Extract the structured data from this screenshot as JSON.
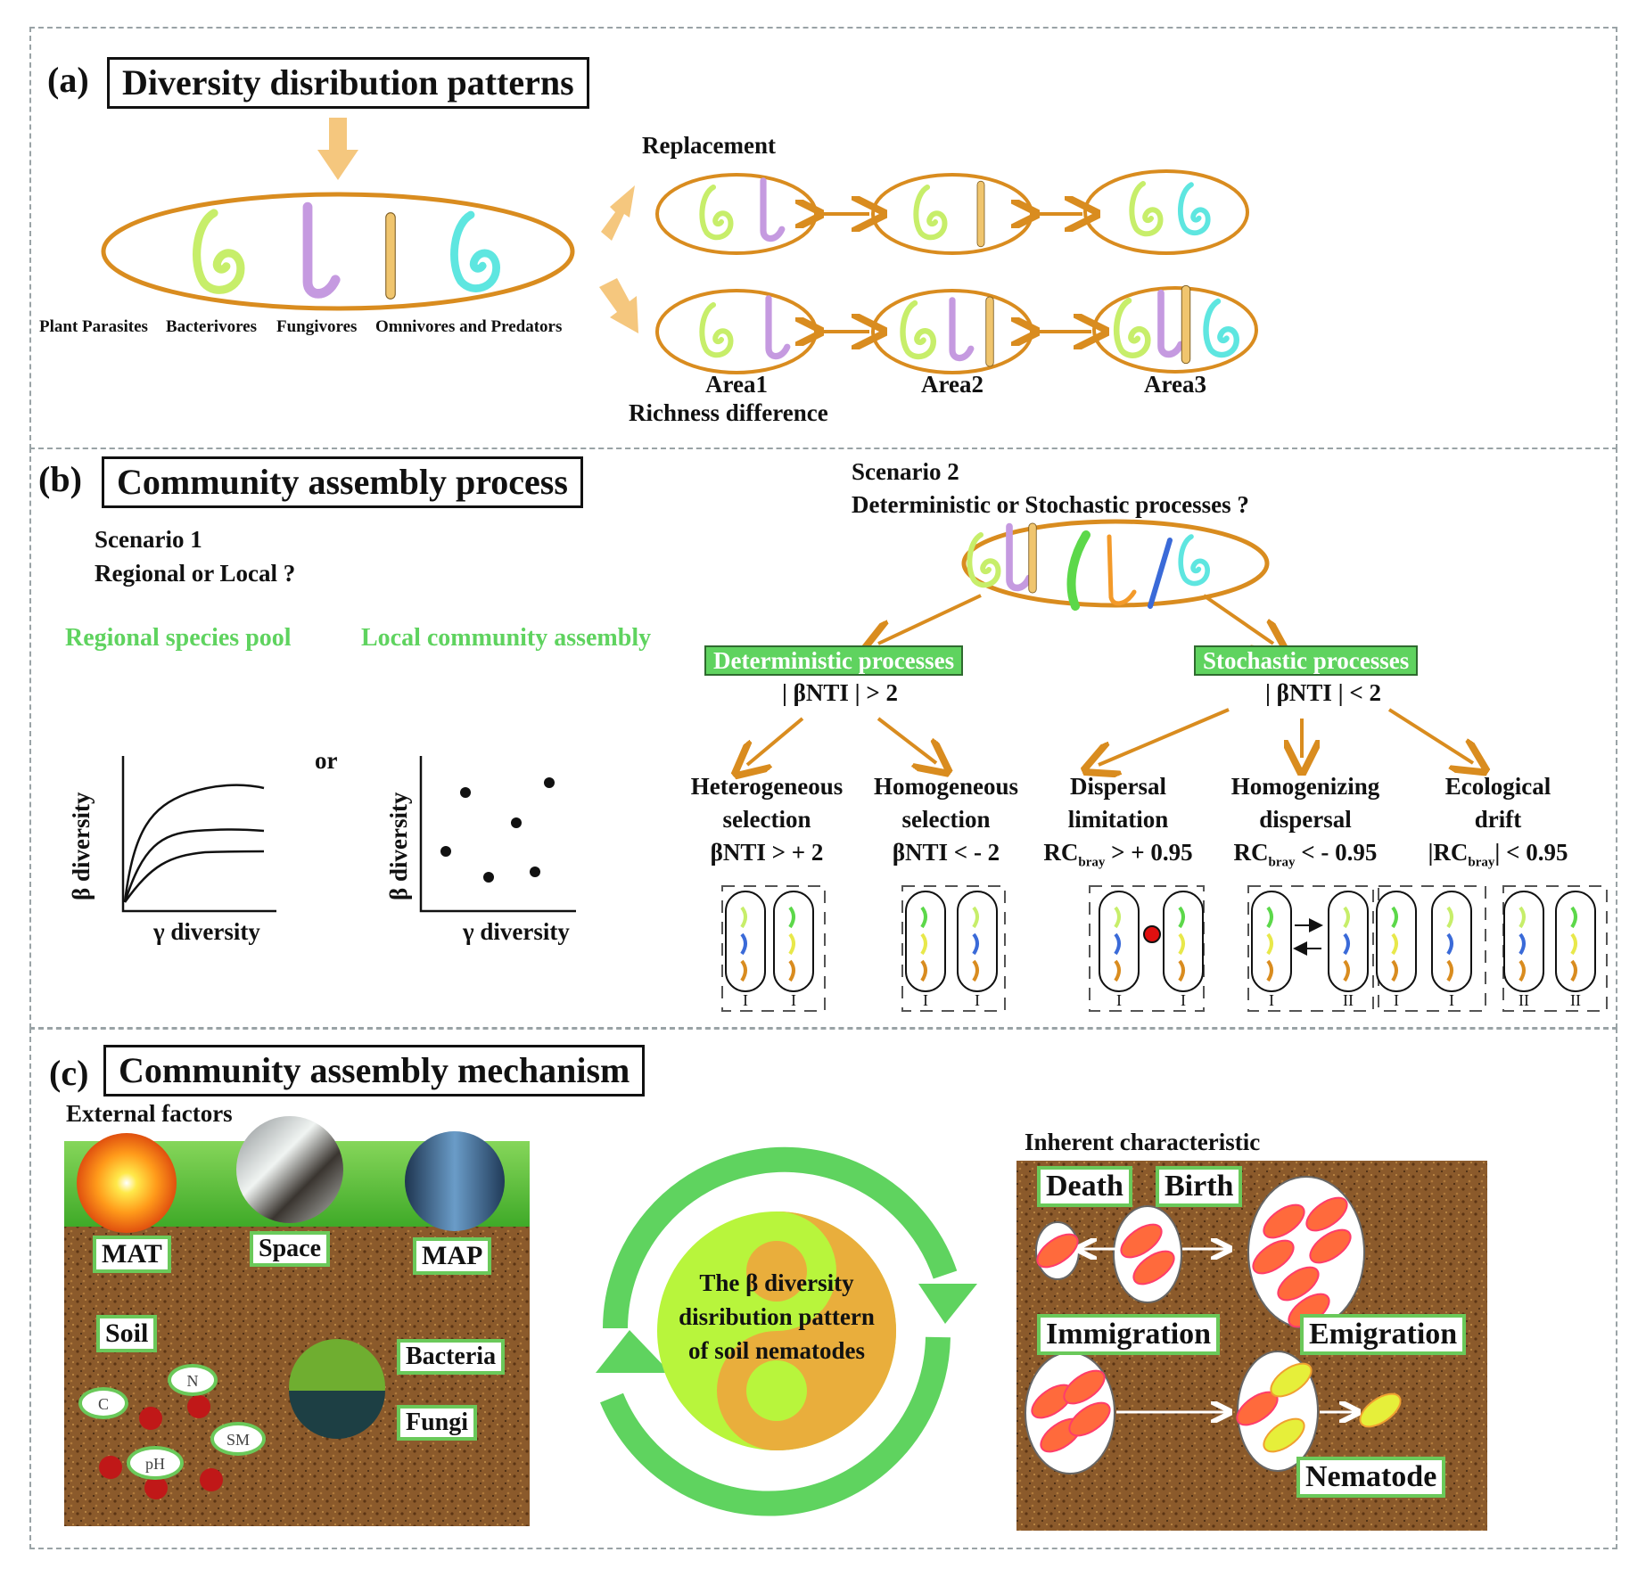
{
  "panel_a": {
    "tag": "(a)",
    "title": "Diversity disribution patterns",
    "groups": [
      "Plant Parasites",
      "Bacterivores",
      "Fungivores",
      "Omnivores and Predators"
    ],
    "replacement_label": "Replacement",
    "richness_label": "Richness difference",
    "areas": [
      "Area1",
      "Area2",
      "Area3"
    ]
  },
  "panel_b": {
    "tag": "(b)",
    "title": "Community assembly process",
    "scenario1": {
      "title": "Scenario 1",
      "question": "Regional or Local ?"
    },
    "regional_label": "Regional species pool",
    "local_label": "Local community assembly",
    "or_label": "or",
    "plot1": {
      "ylabel": "β diversity",
      "xlabel": "γ diversity"
    },
    "plot2": {
      "ylabel": "β diversity",
      "xlabel": "γ diversity"
    },
    "scenario2": {
      "title": "Scenario 2",
      "question": "Deterministic or Stochastic processes ?"
    },
    "deterministic": {
      "label": "Deterministic processes",
      "criterion": "| βNTI | > 2"
    },
    "stochastic": {
      "label": "Stochastic processes",
      "criterion": "| βNTI | < 2"
    },
    "processes": [
      {
        "line1": "Heterogeneous",
        "line2": "selection",
        "criterion": "βNTI > + 2",
        "sites": [
          "I",
          "I"
        ]
      },
      {
        "line1": "Homogeneous",
        "line2": "selection",
        "criterion": "βNTI < - 2",
        "sites": [
          "I",
          "I"
        ]
      },
      {
        "line1": "Dispersal",
        "line2": "limitation",
        "crit_pre": "RC",
        "crit_sub": "bray",
        "crit_post": " > + 0.95",
        "sites": [
          "I",
          "I"
        ]
      },
      {
        "line1": "Homogenizing",
        "line2": "dispersal",
        "crit_pre": "RC",
        "crit_sub": "bray",
        "crit_post": " < - 0.95",
        "sites": [
          "I",
          "II",
          "I",
          "I"
        ]
      },
      {
        "line1": "Ecological",
        "line2": "drift",
        "crit_pre": "|RC",
        "crit_sub": "bray",
        "crit_post": "| < 0.95",
        "sites": [
          "II",
          "II"
        ]
      }
    ]
  },
  "panel_c": {
    "tag": "(c)",
    "title": "Community assembly mechanism",
    "external_label": "External factors",
    "external": {
      "mat": "MAT",
      "space": "Space",
      "map": "MAP",
      "soil": "Soil",
      "bacteria": "Bacteria",
      "fungi": "Fungi",
      "soil_props": [
        "C",
        "N",
        "SM",
        "pH"
      ]
    },
    "center_text": [
      "The β diversity",
      "disribution pattern",
      "of soil nematodes"
    ],
    "inherent_label": "Inherent characteristic",
    "inherent": {
      "death": "Death",
      "birth": "Birth",
      "immigration": "Immigration",
      "emigration": "Emigration",
      "nematode": "Nematode"
    }
  },
  "colors": {
    "orange": "#d98c1f",
    "arrow_light": "#f5c77e",
    "green": "#5fd35f",
    "yin_yellow": "#b8f53c",
    "yin_orange": "#e9ae3c",
    "soil": "#8a5a2b",
    "grass": "#5cc23a"
  }
}
